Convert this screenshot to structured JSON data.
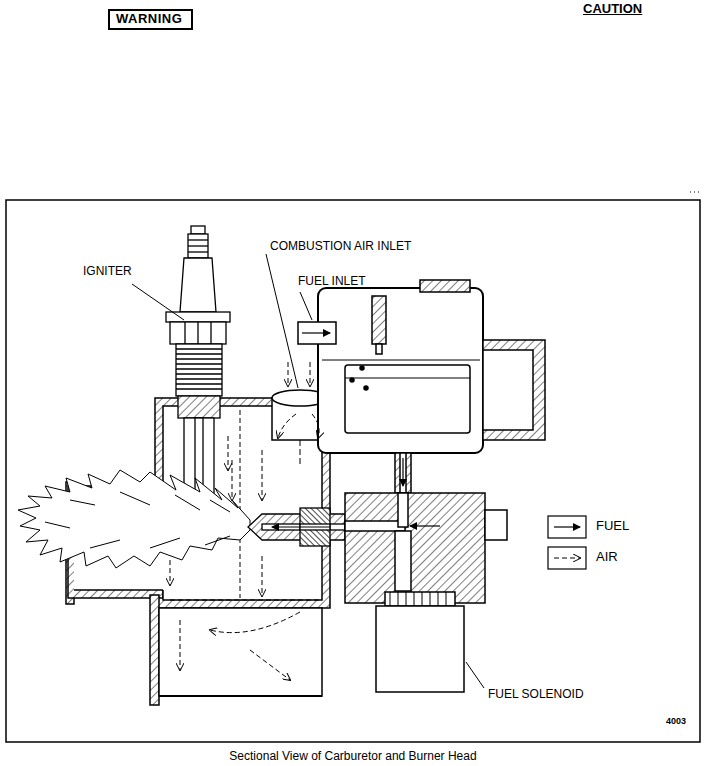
{
  "diagram": {
    "caption": "Sectional View of Carburetor and Burner Head",
    "nodes": [
      {
        "text": [
          "WARNING"
        ]
      }
    ],
    "labels": [
      "CAUTION",
      "COMBUSTION AIR INLET",
      "IGNITER",
      "FUEL INLET",
      "FUEL SOLENOID",
      "4003"
    ],
    "legend": [
      {
        "text": "FUEL"
      },
      {
        "text": "AIR"
      }
    ]
  }
}
